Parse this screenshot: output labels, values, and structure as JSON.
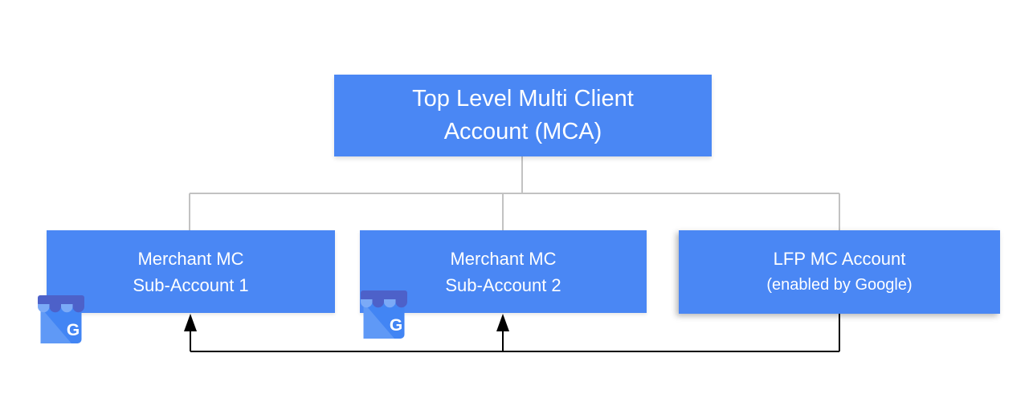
{
  "diagram": {
    "root": {
      "label_line1": "Top Level Multi Client",
      "label_line2": "Account (MCA)"
    },
    "children": [
      {
        "label_line1": "Merchant MC",
        "label_line2": "Sub-Account 1",
        "icon": "google-business-storefront-icon"
      },
      {
        "label_line1": "Merchant MC",
        "label_line2": "Sub-Account 2",
        "icon": "google-business-storefront-icon"
      },
      {
        "label_line1": "LFP MC Account",
        "label_line2": "(enabled by Google)",
        "icon": null
      }
    ],
    "icon_letter": "G",
    "colors": {
      "box_fill": "#4A87F4",
      "box_text": "#FFFFFF",
      "tree_connector_gray": "#C2C2C2",
      "flow_connector_black": "#000000",
      "icon_awning_dark": "#4D61C9",
      "icon_awning_light": "#7BAAF7",
      "icon_body_blue": "#4285F4",
      "icon_fold_blue": "#5F99F6",
      "icon_letter_white": "#FFFFFF"
    }
  }
}
